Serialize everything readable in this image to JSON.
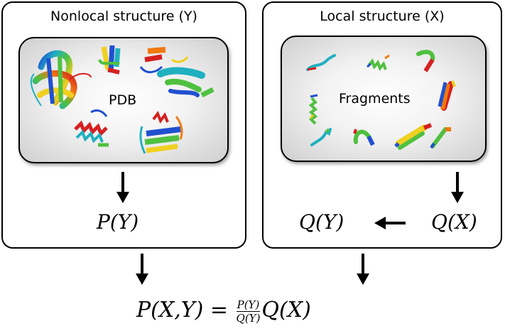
{
  "left_panel": {
    "title": "Nonlocal structure (Y)",
    "inner_label": "PDB",
    "output": "P(Y)"
  },
  "right_panel": {
    "title": "Local structure (X)",
    "inner_label": "Fragments",
    "output_x": "Q(X)",
    "output_y": "Q(Y)"
  },
  "formula": {
    "lhs": "P(X,Y) =",
    "frac_num": "P(Y)",
    "frac_den": "Q(Y)",
    "rhs": "Q(X)"
  },
  "colors": {
    "border": "#000000",
    "arrow": "#000000",
    "rainbow": [
      "#d62020",
      "#f07a10",
      "#f0d020",
      "#50c040",
      "#20b0c0",
      "#2050d0",
      "#7030b0"
    ]
  }
}
